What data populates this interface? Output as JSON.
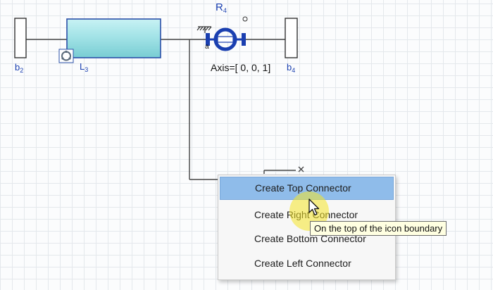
{
  "diagram": {
    "labels": {
      "b2": {
        "base": "b",
        "sub": "2"
      },
      "l3": {
        "base": "L",
        "sub": "3"
      },
      "r4": {
        "base": "R",
        "sub": "4"
      },
      "b4": {
        "base": "b",
        "sub": "4"
      },
      "axis": "Axis=[ 0, 0, 1]",
      "a_mark": "a"
    },
    "colors": {
      "blue_label": "#1a3fb0",
      "pipe_fill": "#a7e6ea",
      "pipe_border": "#2a4fa8",
      "wire": "#444444"
    }
  },
  "context_menu": {
    "items": [
      {
        "label": "Create Top Connector",
        "highlighted": true
      },
      {
        "label": "Create Right Connector",
        "highlighted": false
      },
      {
        "label": "Create Bottom Connector",
        "highlighted": false
      },
      {
        "label": "Create Left Connector",
        "highlighted": false
      }
    ],
    "highlight_color": "#8fbcea"
  },
  "tooltip": {
    "text": "On the top of the icon boundary"
  },
  "icons": [
    "ground-icon",
    "revolute-joint-icon",
    "component-type-icon",
    "close-x-icon",
    "mouse-cursor-icon"
  ]
}
